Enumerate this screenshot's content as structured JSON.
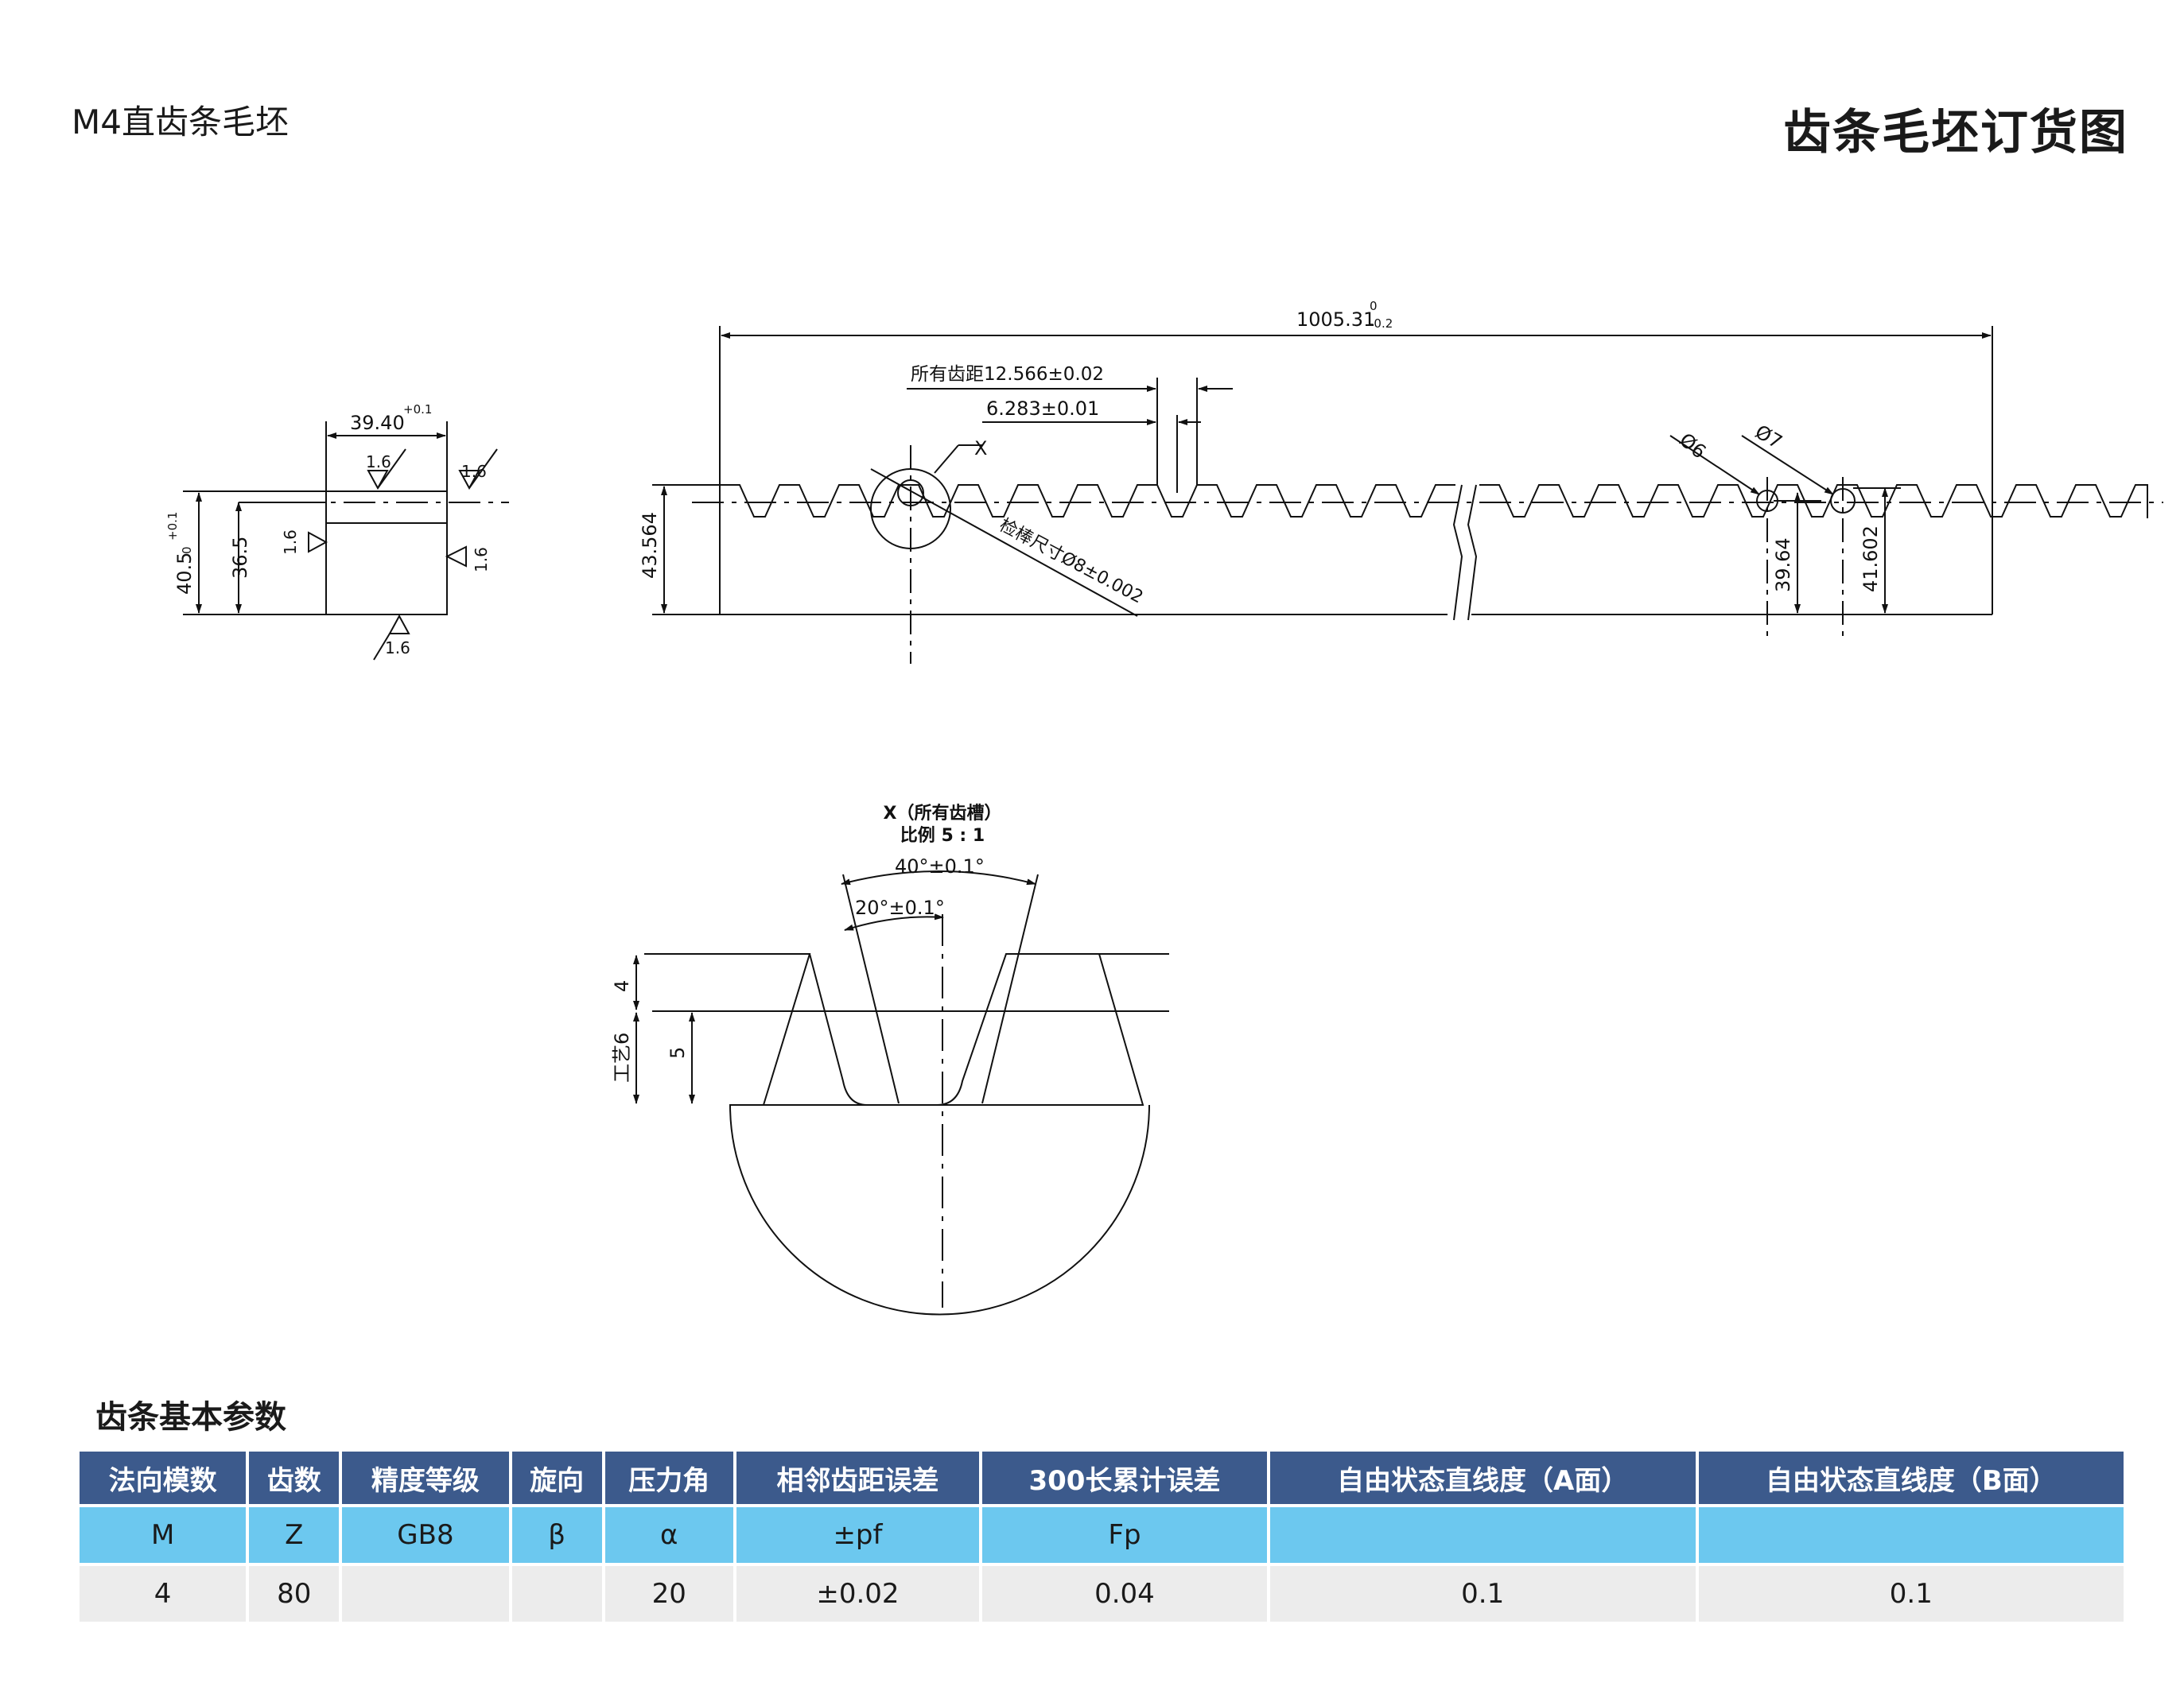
{
  "header": {
    "subtitle": "M4直齿条毛坯",
    "title": "齿条毛坯订货图"
  },
  "section_drawing": {
    "width_main": "39.40",
    "width_tol": "+0.1",
    "height_total": "40.5",
    "height_total_tol_upper": "+0.1",
    "height_total_tol_lower": "0",
    "height_36": "36.5",
    "roughness": "1.6"
  },
  "main_drawing": {
    "length_main": "1005.31",
    "length_tol_upper": "0",
    "length_tol_lower": "-0.2",
    "pitch_label": "所有齿距12.566±0.02",
    "half_pitch": "6.283±0.01",
    "height_43": "43.564",
    "gauge_pin": "检棒尺寸Ø8±0.002",
    "detail_ref": "X",
    "pin6": "Ø6",
    "pin7": "Ø7",
    "dim_39": "39.64",
    "dim_41": "41.602"
  },
  "detail_drawing": {
    "title": "X（所有齿槽）",
    "scale": "比例 5 : 1",
    "angle40": "40°±0.1°",
    "angle20": "20°±0.1°",
    "dim4": "4",
    "dim5": "5",
    "dim_process": "工艺6"
  },
  "params": {
    "heading": "齿条基本参数",
    "columns": [
      "法向模数",
      "齿数",
      "精度等级",
      "旋向",
      "压力角",
      "相邻齿距误差",
      "300长累计误差",
      "自由状态直线度（A面）",
      "自由状态直线度（B面）"
    ],
    "symbols": [
      "M",
      "Z",
      "GB8",
      "β",
      "α",
      "±pf",
      "Fp",
      "",
      ""
    ],
    "values": [
      "4",
      "80",
      "",
      "",
      "20",
      "±0.02",
      "0.04",
      "0.1",
      "0.1"
    ]
  },
  "colors": {
    "header_bg": "#3c5a8c",
    "symbol_row_bg": "#6cc8ef",
    "value_row_bg": "#ececec"
  }
}
